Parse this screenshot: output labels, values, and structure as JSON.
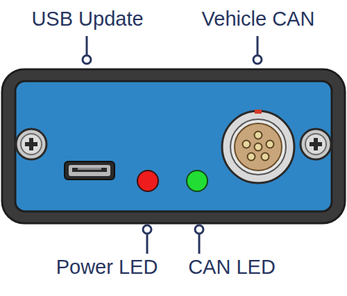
{
  "diagram": {
    "labels": [
      "USB Update",
      "Vehicle CAN",
      "Power LED",
      "CAN LED"
    ]
  }
}
